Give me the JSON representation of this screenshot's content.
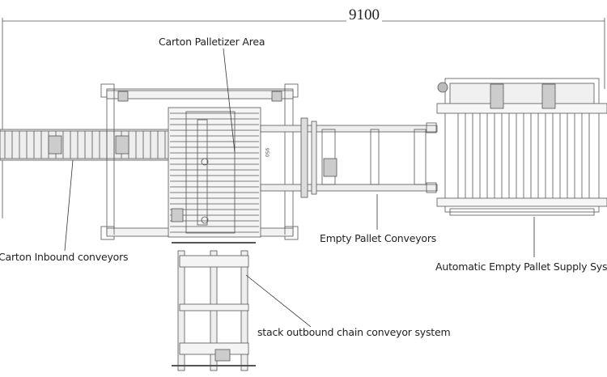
{
  "drawing": {
    "type": "plan-view layout drawing",
    "overall_dimension": "9100",
    "inner_dimension": "950"
  },
  "labels": {
    "palletizer_area": "Carton Palletizer Area",
    "inbound_conveyors": "Carton Inbound conveyors",
    "empty_pallet_conveyors": "Empty Pallet Conveyors",
    "pallet_supply_system": "Automatic Empty Pallet Supply System",
    "outbound_chain_conveyor": "stack outbound chain conveyor system"
  },
  "colors": {
    "line": "#555555",
    "fill_light": "#e6e6e6",
    "text": "#222222",
    "background": "#ffffff"
  }
}
